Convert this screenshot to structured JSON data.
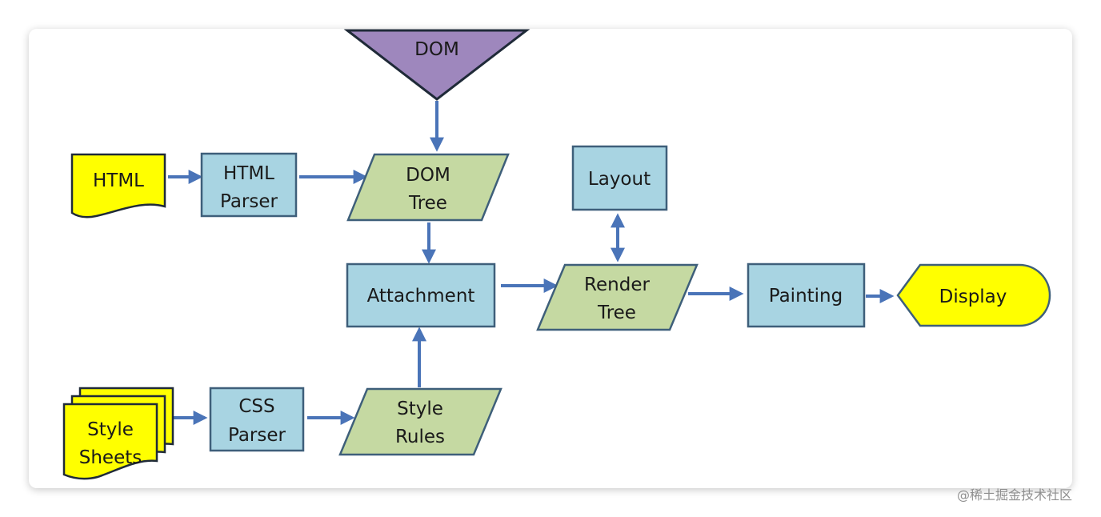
{
  "nodes": {
    "dom": "DOM",
    "html": "HTML",
    "html_parser": [
      "HTML",
      "Parser"
    ],
    "dom_tree": [
      "DOM",
      "Tree"
    ],
    "layout": "Layout",
    "attachment": "Attachment",
    "render_tree": [
      "Render",
      "Tree"
    ],
    "painting": "Painting",
    "display": "Display",
    "style_sheets": [
      "Style",
      "Sheets"
    ],
    "css_parser": [
      "CSS",
      "Parser"
    ],
    "style_rules": [
      "Style",
      "Rules"
    ]
  },
  "watermark": "@稀土掘金技术社区",
  "colors": {
    "process_fill": "#a8d4e2",
    "data_fill": "#c5d9a2",
    "document_fill": "#ffff00",
    "dom_fill": "#9e87bd",
    "stroke": "#3e5f7a",
    "arrow": "#4a74b8"
  }
}
